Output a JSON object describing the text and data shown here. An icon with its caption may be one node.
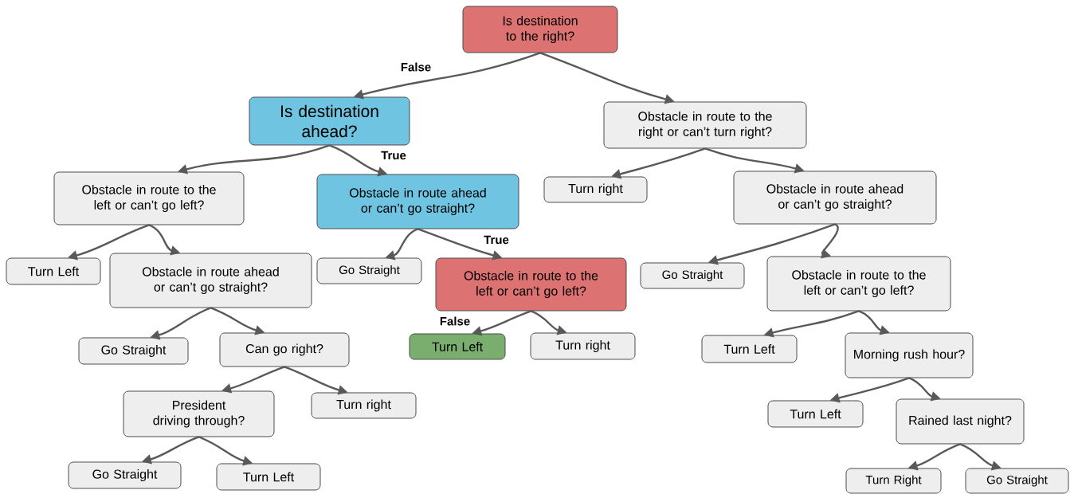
{
  "diagram": {
    "nodes": [
      {
        "text": [
          "Is destination to the right?"
        ]
      },
      {
        "text": [
          "Is destination ahead?"
        ]
      },
      {
        "text": [
          "Obstacle in route to the right or can’t turn right?"
        ]
      },
      {
        "text": [
          "Obstacle in route to the left or can’t go left?"
        ]
      },
      {
        "text": [
          "Obstacle in route ahead or can’t go straight?"
        ]
      },
      {
        "text": [
          "Turn right"
        ]
      },
      {
        "text": [
          "Obstacle in route ahead or can’t go straight?"
        ]
      },
      {
        "text": [
          "Turn Left"
        ]
      },
      {
        "text": [
          "Obstacle in route ahead or can’t go straight?"
        ]
      },
      {
        "text": [
          "Go Straight"
        ]
      },
      {
        "text": [
          "Obstacle in route to the left or can’t go left?"
        ]
      },
      {
        "text": [
          "Go Straight"
        ]
      },
      {
        "text": [
          "Obstacle in route to the left or can’t go left?"
        ]
      },
      {
        "text": [
          "Go Straight"
        ]
      },
      {
        "text": [
          "Can go right?"
        ]
      },
      {
        "text": [
          "Turn Left"
        ]
      },
      {
        "text": [
          "Turn right"
        ]
      },
      {
        "text": [
          "Turn Left"
        ]
      },
      {
        "text": [
          "Morning rush hour?"
        ]
      },
      {
        "text": [
          "President driving through?"
        ]
      },
      {
        "text": [
          "Turn right"
        ]
      },
      {
        "text": [
          "Turn Left"
        ]
      },
      {
        "text": [
          "Rained last night?"
        ]
      },
      {
        "text": [
          "Go Straight"
        ]
      },
      {
        "text": [
          "Turn Left"
        ]
      },
      {
        "text": [
          "Turn Right"
        ]
      },
      {
        "text": [
          "Go Straight"
        ]
      }
    ],
    "edges": [
      {
        "from": 0,
        "to": 1,
        "arrow": "to",
        "label": "False"
      },
      {
        "from": 0,
        "to": 2,
        "arrow": "to"
      },
      {
        "from": 1,
        "to": 3,
        "arrow": "to"
      },
      {
        "from": 1,
        "to": 4,
        "arrow": "to",
        "label": "True"
      },
      {
        "from": 2,
        "to": 5,
        "arrow": "to"
      },
      {
        "from": 2,
        "to": 6,
        "arrow": "to"
      },
      {
        "from": 3,
        "to": 7,
        "arrow": "to"
      },
      {
        "from": 3,
        "to": 8,
        "arrow": "to"
      },
      {
        "from": 4,
        "to": 9,
        "arrow": "to"
      },
      {
        "from": 4,
        "to": 10,
        "arrow": "to",
        "label": "True"
      },
      {
        "from": 6,
        "to": 11,
        "arrow": "to"
      },
      {
        "from": 6,
        "to": 12,
        "arrow": "to"
      },
      {
        "from": 8,
        "to": 13,
        "arrow": "to"
      },
      {
        "from": 8,
        "to": 14,
        "arrow": "to"
      },
      {
        "from": 10,
        "to": 15,
        "arrow": "to",
        "label": "False"
      },
      {
        "from": 10,
        "to": 16,
        "arrow": "to"
      },
      {
        "from": 12,
        "to": 17,
        "arrow": "to"
      },
      {
        "from": 12,
        "to": 18,
        "arrow": "to"
      },
      {
        "from": 14,
        "to": 19,
        "arrow": "to"
      },
      {
        "from": 14,
        "to": 20,
        "arrow": "to"
      },
      {
        "from": 18,
        "to": 21,
        "arrow": "to"
      },
      {
        "from": 18,
        "to": 22,
        "arrow": "to"
      },
      {
        "from": 19,
        "to": 23,
        "arrow": "to"
      },
      {
        "from": 19,
        "to": 24,
        "arrow": "to"
      },
      {
        "from": 22,
        "to": 25,
        "arrow": "to"
      },
      {
        "from": 22,
        "to": 26,
        "arrow": "to"
      }
    ]
  }
}
